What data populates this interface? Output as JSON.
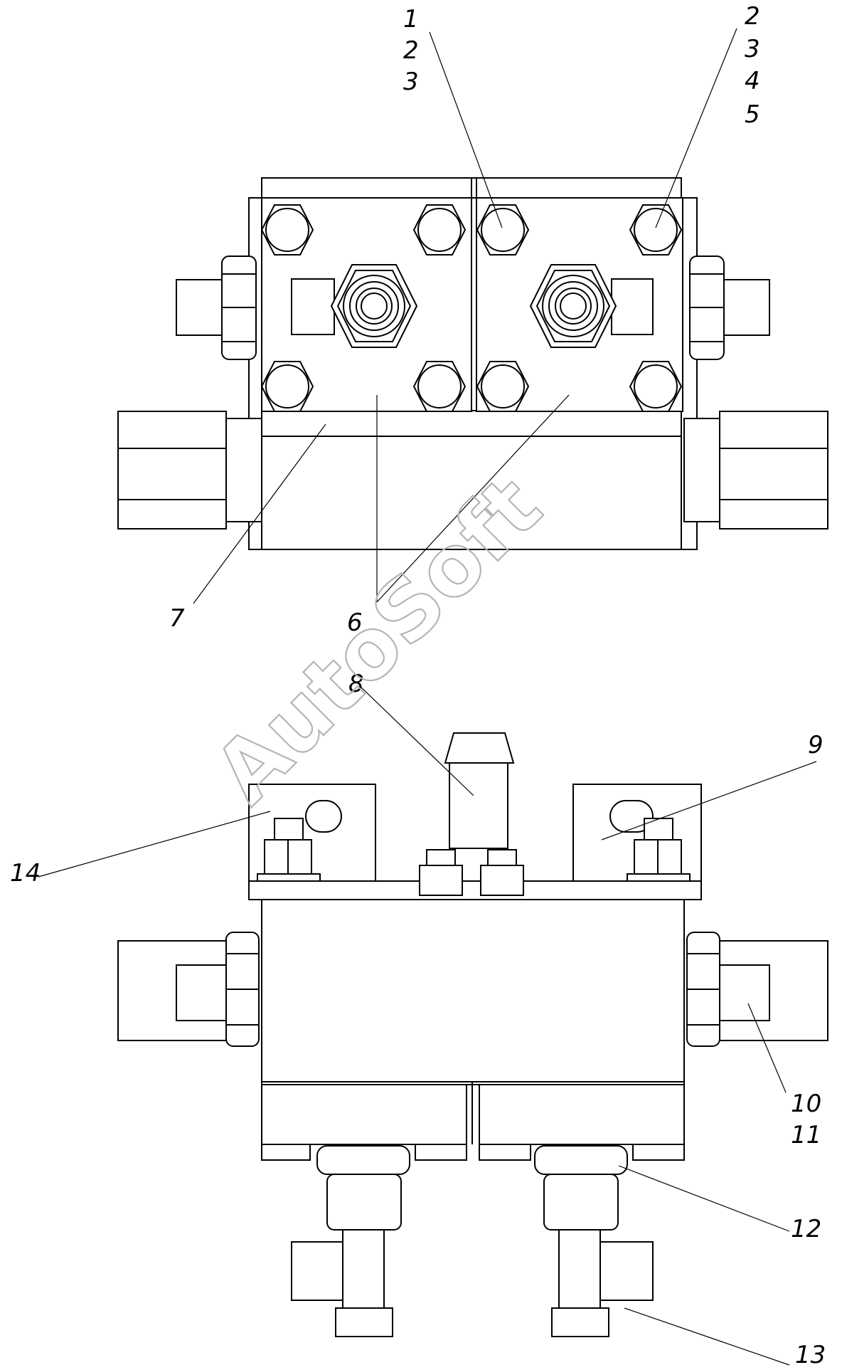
{
  "callouts": {
    "c1": [
      "1",
      "2",
      "3"
    ],
    "c2": [
      "2",
      "3",
      "4",
      "5"
    ],
    "c6": "6",
    "c7": "7",
    "c8": "8",
    "c9": "9",
    "c10": [
      "10",
      "11"
    ],
    "c12": "12",
    "c13": "13",
    "c14": "14"
  },
  "watermark": "AutoSoft"
}
